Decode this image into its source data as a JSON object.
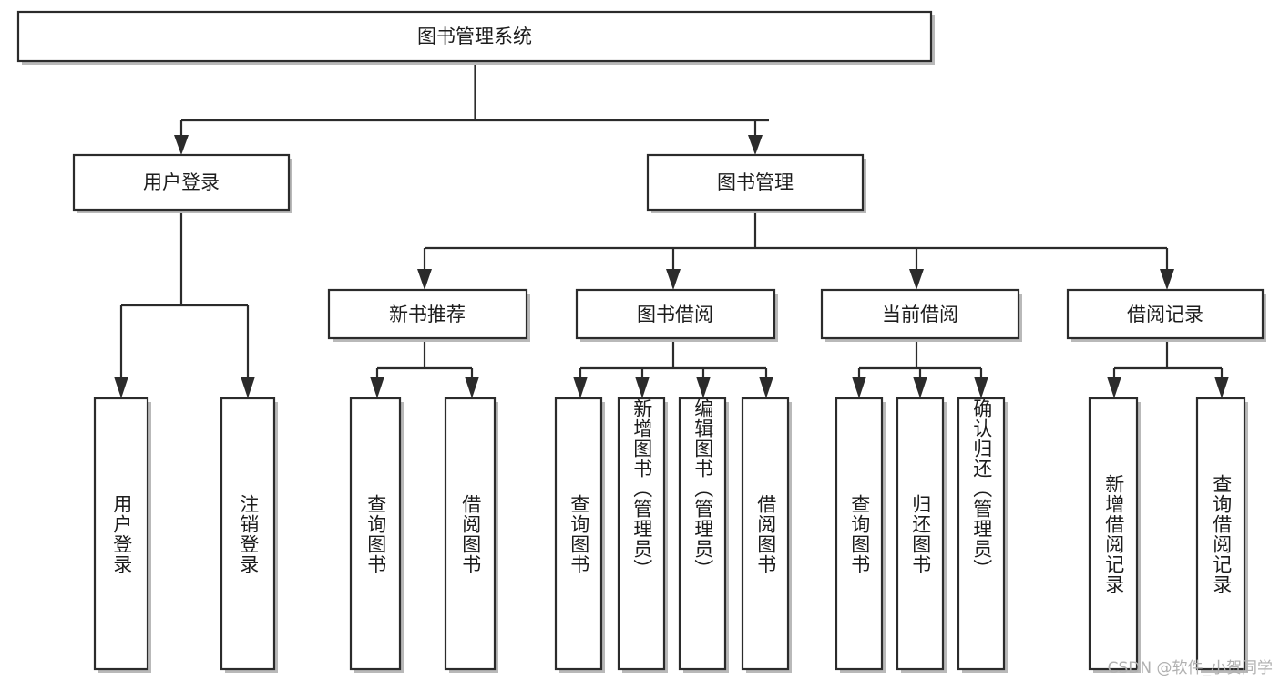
{
  "diagram": {
    "type": "tree-diagram",
    "title": "图书管理系统",
    "watermark": "CSDN @软件_小贺同学",
    "colors": {
      "box_stroke": "#2b2b2b",
      "box_fill": "#ffffff",
      "text": "#1c1c1c",
      "shadow": "#b9b9b9",
      "watermark": "#b0b0b0",
      "background": "#ffffff"
    },
    "root": {
      "label": "图书管理系统"
    },
    "level2": [
      {
        "label": "用户登录"
      },
      {
        "label": "图书管理"
      }
    ],
    "level3": [
      {
        "label": "新书推荐"
      },
      {
        "label": "图书借阅"
      },
      {
        "label": "当前借阅"
      },
      {
        "label": "借阅记录"
      }
    ],
    "leaves": {
      "user_login": [
        {
          "label": "用户登录"
        },
        {
          "label": "注销登录"
        }
      ],
      "new_book_recommend": [
        {
          "label": "查询图书"
        },
        {
          "label": "借阅图书"
        }
      ],
      "book_borrow": [
        {
          "label": "查询图书"
        },
        {
          "label": "新增图书（管理员）"
        },
        {
          "label": "编辑图书（管理员）"
        },
        {
          "label": "借阅图书"
        }
      ],
      "current_borrow": [
        {
          "label": "查询图书"
        },
        {
          "label": "归还图书"
        },
        {
          "label": "确认归还（管理员）"
        }
      ],
      "borrow_record": [
        {
          "label": "新增借阅记录"
        },
        {
          "label": "查询借阅记录"
        }
      ]
    }
  }
}
